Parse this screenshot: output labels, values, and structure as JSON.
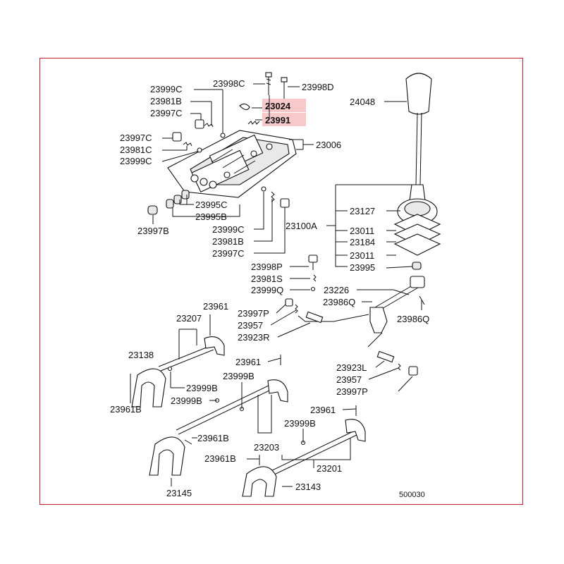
{
  "diagram": {
    "id_code": "500030",
    "highlight_color": "#f7c9cb",
    "frame_color": "#c8202a",
    "highlighted_parts": [
      "23024",
      "23991"
    ],
    "labels": {
      "l23998C_top": "23998C",
      "l23998D": "23998D",
      "l23999C_1": "23999C",
      "l23024": "23024",
      "l23981B_1": "23981B",
      "l23991": "23991",
      "l23997C_1": "23997C",
      "l23997C_2": "23997C",
      "l23006": "23006",
      "l23981C": "23981C",
      "l23999C_2": "23999C",
      "l23995C": "23995C",
      "l23995B": "23995B",
      "l23997B": "23997B",
      "l23999C_3": "23999C",
      "l23981B_2": "23981B",
      "l23997C_3": "23997C",
      "l24048": "24048",
      "l23127": "23127",
      "l23100A": "23100A",
      "l23011_1": "23011",
      "l23184": "23184",
      "l23011_2": "23011",
      "l23995": "23995",
      "l23998P": "23998P",
      "l23981S": "23981S",
      "l23999Q": "23999Q",
      "l23226": "23226",
      "l23986Q_1": "23986Q",
      "l23961_1": "23961",
      "l23997P_1": "23997P",
      "l23986Q_2": "23986Q",
      "l23207": "23207",
      "l23957_1": "23957",
      "l23923R": "23923R",
      "l23138": "23138",
      "l23961_2": "23961",
      "l23923L": "23923L",
      "l23999B_1": "23999B",
      "l23957_2": "23957",
      "l23961B_1": "23961B",
      "l23999B_2": "23999B",
      "l23997P_2": "23997P",
      "l23999B_3": "23999B",
      "l23999B_4": "23999B",
      "l23961_3": "23961",
      "l23961B_2": "23961B",
      "l23203": "23203",
      "l23961B_3": "23961B",
      "l23201": "23201",
      "l23145": "23145",
      "l23143": "23143"
    }
  }
}
